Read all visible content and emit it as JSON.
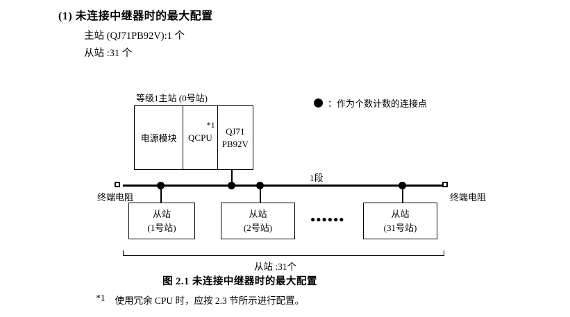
{
  "page": {
    "heading": "(1) 未连接中继器时的最大配置",
    "master_spec": "主站 (QJ71PB92V):1 个",
    "slave_spec": "从站 :31 个",
    "caption": "图 2.1 未连接中继器时的最大配置",
    "footnote": {
      "marker": "*1",
      "text": "使用冗余 CPU 时，应按 2.3 节所示进行配置。"
    }
  },
  "diagram": {
    "master_label": "等级1主站 (0号站)",
    "modules": {
      "power": "电源模块",
      "qcpu": "QCPU",
      "qcpu_note": "*1",
      "qj71_line1": "QJ71",
      "qj71_line2": "PB92V"
    },
    "legend_text": "：作为个数计数的连接点",
    "segment_label": "1段",
    "terminator_left": "终端电阻",
    "terminator_right": "终端电阻",
    "slaves": [
      {
        "name": "从站",
        "station": "(1号站)"
      },
      {
        "name": "从站",
        "station": "(2号站)"
      },
      {
        "name": "从站",
        "station": "(31号站)"
      }
    ],
    "ellipsis": "●●●●●●",
    "slave_count": "从站 :31个"
  }
}
